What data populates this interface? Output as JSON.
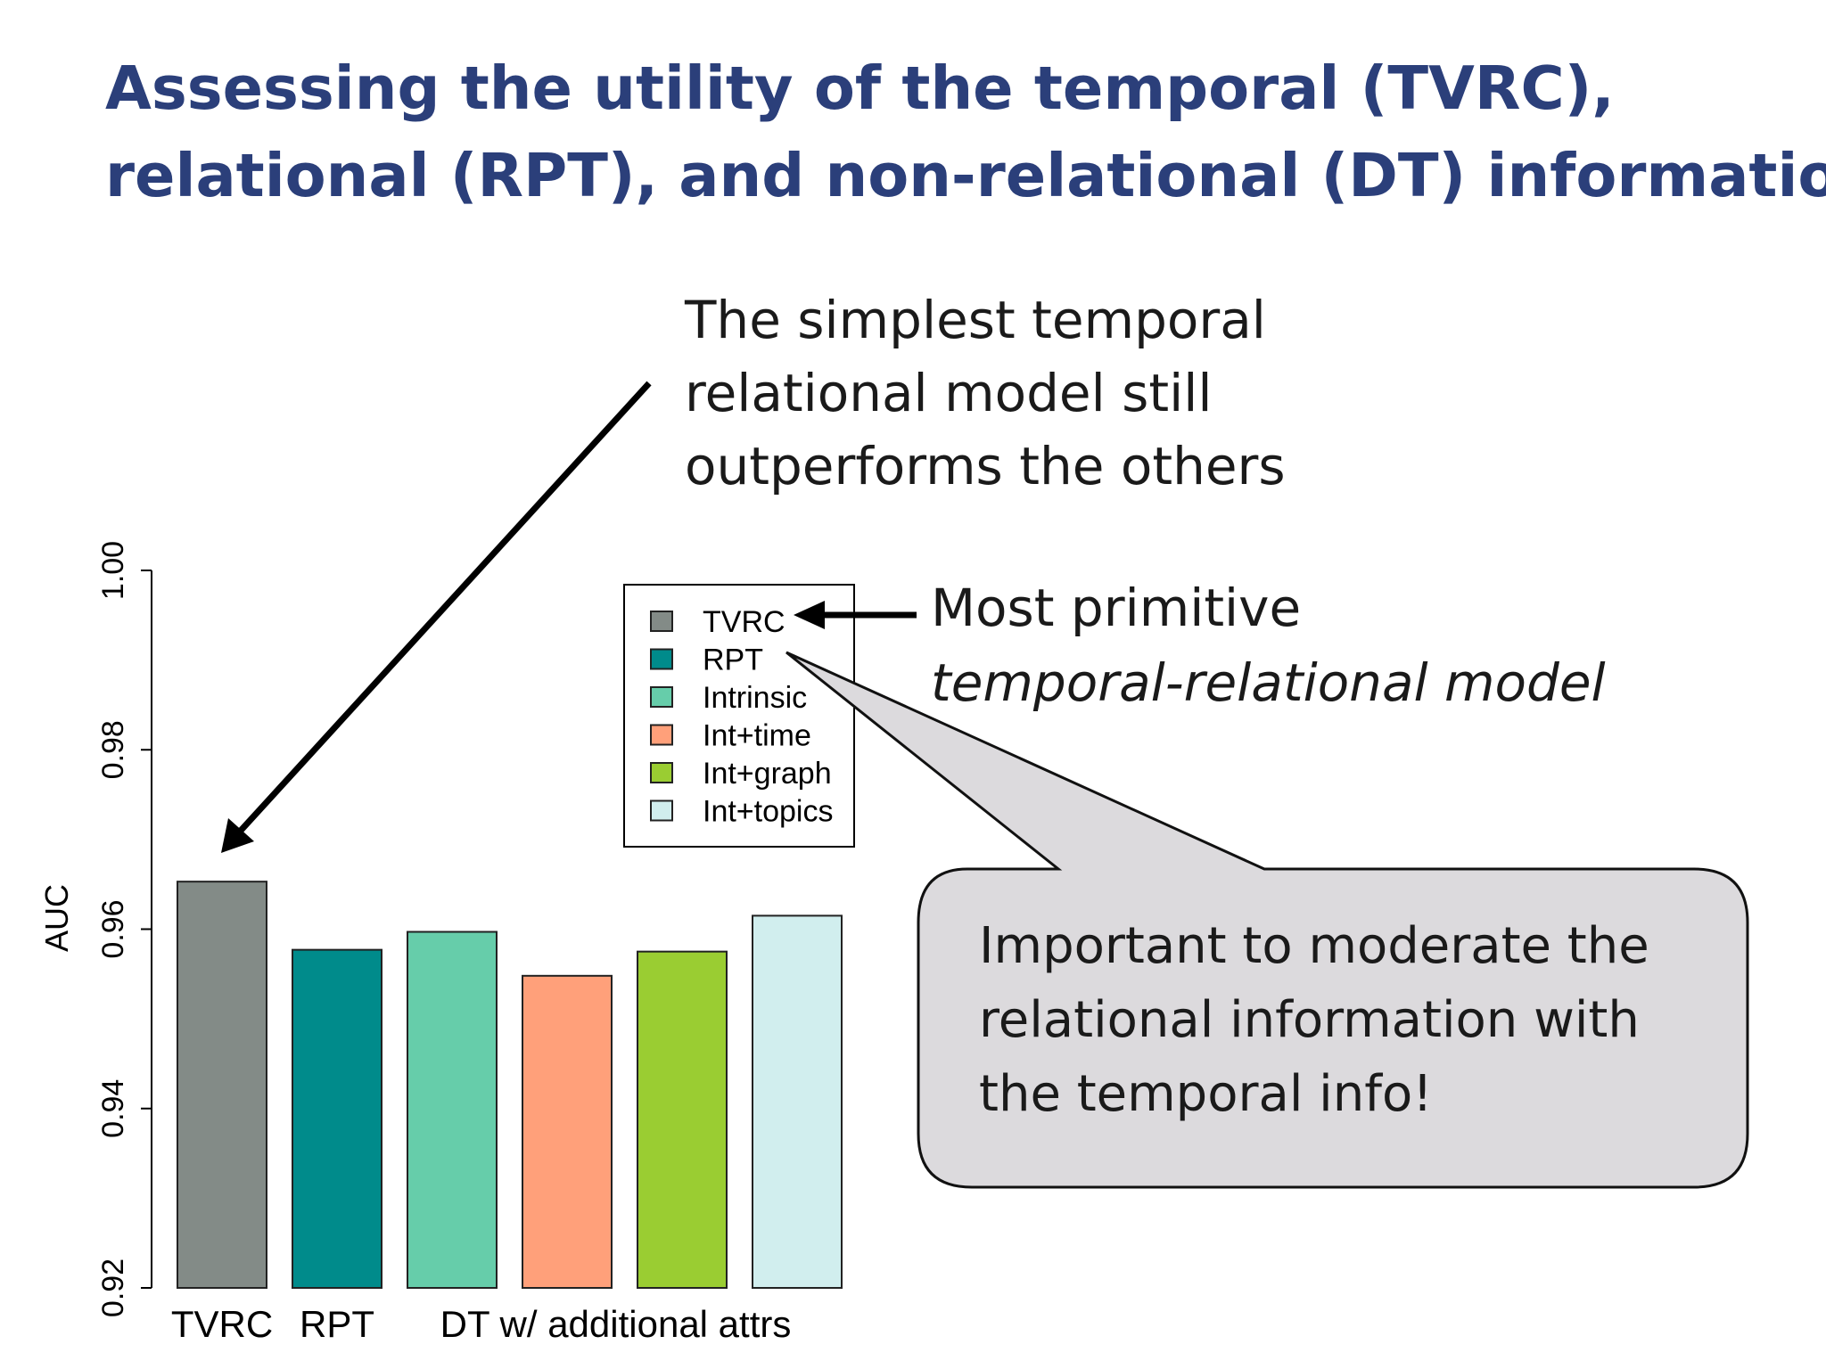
{
  "slide": {
    "title_lines": [
      "Assessing the utility of the temporal (TVRC),",
      "relational (RPT), and non-relational (DT) information"
    ],
    "callout_top_lines": [
      "The simplest temporal",
      "relational model still",
      "outperforms the others"
    ],
    "callout_primitive_lines": [
      "Most primitive",
      "temporal-relational model"
    ],
    "bubble_lines": [
      "Important to moderate the",
      "relational information with",
      "the temporal info!"
    ]
  },
  "colors": {
    "title": "#2b3f7a",
    "bubble_fill": "#dcdadd",
    "TVRC": "#838b87",
    "RPT": "#008b8b",
    "Intrinsic": "#66cdaa",
    "Int+time": "#ffa07a",
    "Int+graph": "#9acd32",
    "Int+topics": "#d1eeee"
  },
  "chart_data": {
    "type": "bar",
    "ylabel": "AUC",
    "xlabel": "",
    "ylim": [
      0.92,
      1.0
    ],
    "yticks": [
      "0.92",
      "0.94",
      "0.96",
      "0.98",
      "1.00"
    ],
    "categories": [
      "TVRC",
      "RPT",
      "Intrinsic",
      "Int+time",
      "Int+graph",
      "Int+topics"
    ],
    "values": [
      0.9653,
      0.9577,
      0.9597,
      0.9548,
      0.9575,
      0.9615
    ],
    "x_group_labels": [
      "TVRC",
      "RPT",
      "DT w/ additional attrs"
    ],
    "legend": {
      "position": "top-center",
      "entries": [
        "TVRC",
        "RPT",
        "Intrinsic",
        "Int+time",
        "Int+graph",
        "Int+topics"
      ]
    },
    "grid": false
  }
}
